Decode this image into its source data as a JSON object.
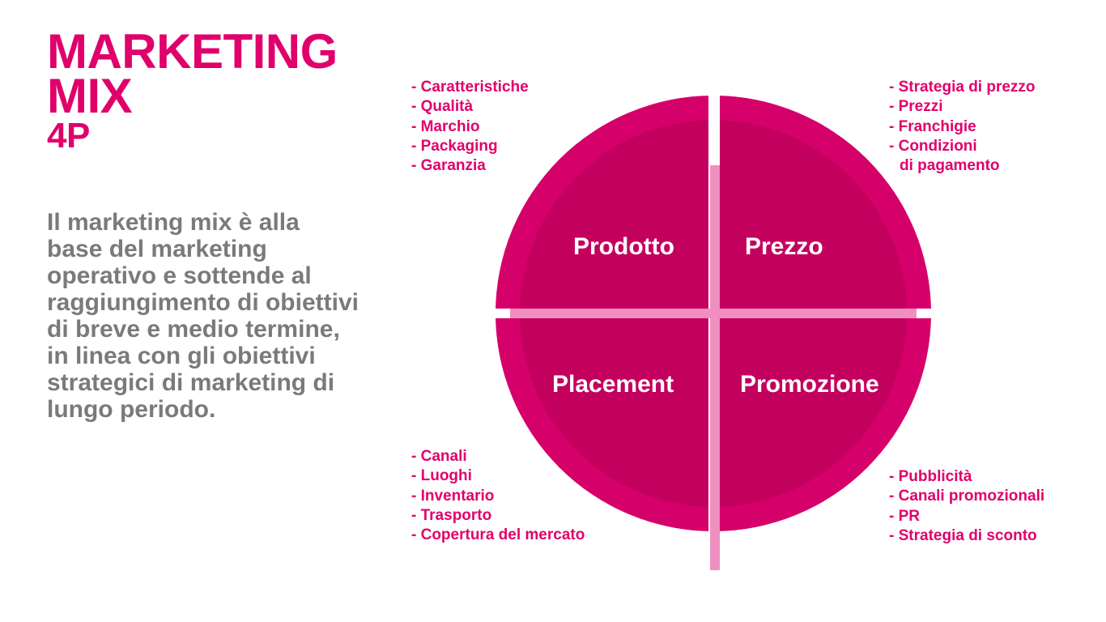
{
  "title": {
    "line1": "MARKETING",
    "line2": "MIX",
    "line3": "4P"
  },
  "description": "Il marketing mix è alla base del marketing operativo e sottende al raggiungimento di obiettivi di breve e medio termine, in linea con gli obiettivi strategici di marketing di lungo periodo.",
  "colors": {
    "accent_pink": "#e0006b",
    "circle_outer": "#d6006a",
    "circle_inner": "#c4005e",
    "divider_pink": "#ef8fc0",
    "body_grey": "#7a7a7a",
    "label_white": "#ffffff",
    "background": "#ffffff"
  },
  "quadrants": {
    "top_left": "Prodotto",
    "top_right": "Prezzo",
    "bottom_left": "Placement",
    "bottom_right": "Promozione"
  },
  "lists": {
    "product": [
      "- Caratteristiche",
      "- Qualità",
      "- Marchio",
      "- Packaging",
      "- Garanzia"
    ],
    "price": [
      "- Strategia di prezzo",
      "- Prezzi",
      "- Franchigie",
      "- Condizioni",
      "di pagamento"
    ],
    "placement": [
      "- Canali",
      "- Luoghi",
      "- Inventario",
      "- Trasporto",
      "- Copertura del mercato"
    ],
    "promotion": [
      "- Pubblicità",
      "- Canali promozionali",
      "- PR",
      "- Strategia di sconto"
    ]
  }
}
